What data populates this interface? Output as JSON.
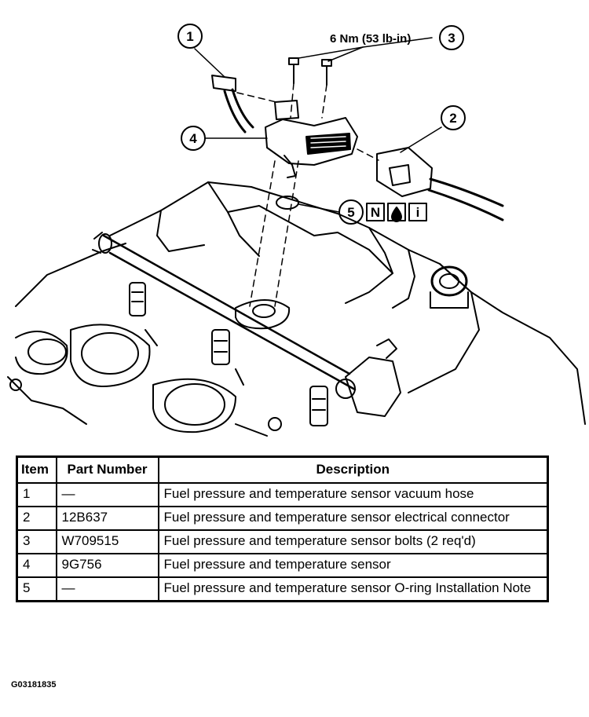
{
  "diagram": {
    "callouts": [
      {
        "id": "1"
      },
      {
        "id": "2"
      },
      {
        "id": "3"
      },
      {
        "id": "4"
      },
      {
        "id": "5"
      }
    ],
    "torque_spec": "6 Nm (53 lb-in)",
    "service_symbols": [
      "N",
      "oil-drop-icon",
      "info-icon"
    ],
    "service_symbol_labels": {
      "new_part": "N",
      "info": "i"
    }
  },
  "table": {
    "headers": {
      "item": "Item",
      "part_number": "Part Number",
      "description": "Description"
    },
    "rows": [
      {
        "item": "1",
        "part_number": "—",
        "description": "Fuel pressure and temperature sensor vacuum hose"
      },
      {
        "item": "2",
        "part_number": "12B637",
        "description": "Fuel pressure and temperature sensor electrical connector"
      },
      {
        "item": "3",
        "part_number": "W709515",
        "description": "Fuel pressure and temperature sensor bolts (2 req'd)"
      },
      {
        "item": "4",
        "part_number": "9G756",
        "description": "Fuel pressure and temperature sensor"
      },
      {
        "item": "5",
        "part_number": "—",
        "description": "Fuel pressure and temperature sensor O-ring Installation Note"
      }
    ]
  },
  "figure_id": "G03181835"
}
